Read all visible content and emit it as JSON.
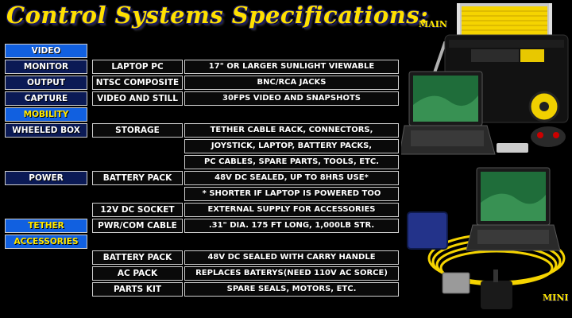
{
  "title": "Control Systems Specifications:",
  "rows": [
    {
      "c0": "VIDEO",
      "c1": "",
      "c2": "",
      "style": "section"
    },
    {
      "c0": "MONITOR",
      "c1": "LAPTOP PC",
      "c2": "17\" OR LARGER SUNLIGHT VIEWABLE",
      "style": "item"
    },
    {
      "c0": "OUTPUT",
      "c1": "NTSC COMPOSITE",
      "c2": "BNC/RCA JACKS",
      "style": "item"
    },
    {
      "c0": "CAPTURE",
      "c1": "VIDEO AND STILL",
      "c2": "30FPS VIDEO AND SNAPSHOTS",
      "style": "item"
    },
    {
      "c0": "MOBILITY",
      "c1": "",
      "c2": "",
      "style": "section-y"
    },
    {
      "c0": "WHEELED BOX",
      "c1": "STORAGE",
      "c2": "TETHER CABLE RACK, CONNECTORS,",
      "style": "item"
    },
    {
      "c0": "",
      "c1": "",
      "c2": "JOYSTICK, LAPTOP, BATTERY PACKS,",
      "style": "cont"
    },
    {
      "c0": "",
      "c1": "",
      "c2": "PC CABLES, SPARE PARTS, TOOLS, ETC.",
      "style": "cont"
    },
    {
      "c0": "POWER",
      "c1": "BATTERY PACK",
      "c2": "48V DC SEALED, UP TO 8HRS USE*",
      "style": "item"
    },
    {
      "c0": "",
      "c1": "",
      "c2": "* SHORTER IF LAPTOP IS POWERED TOO",
      "style": "cont"
    },
    {
      "c0": "",
      "c1": "12V DC SOCKET",
      "c2": "EXTERNAL SUPPLY FOR ACCESSORIES",
      "style": "cont1"
    },
    {
      "c0": "TETHER",
      "c1": "PWR/COM CABLE",
      "c2": ".31\" DIA. 175 FT LONG, 1,000LB STR.",
      "style": "item-y"
    },
    {
      "c0": "ACCESSORIES",
      "c1": "",
      "c2": "",
      "style": "section-y"
    },
    {
      "c0": "",
      "c1": "BATTERY PACK",
      "c2": "48V DC SEALED WITH CARRY HANDLE",
      "style": "cont1"
    },
    {
      "c0": "",
      "c1": "AC PACK",
      "c2": "REPLACES BATERYS(NEED 110V AC SORCE)",
      "style": "cont1"
    },
    {
      "c0": "",
      "c1": "PARTS KIT",
      "c2": "SPARE SEALS, MOTORS, ETC.",
      "style": "cont1"
    }
  ],
  "photos": {
    "main_label": "MAIN",
    "mini_label": "MINI"
  },
  "colors": {
    "title": "#ffe000",
    "section_blue": "#1160e0",
    "navy": "#0b1a55",
    "cable_yellow": "#f5d400"
  }
}
